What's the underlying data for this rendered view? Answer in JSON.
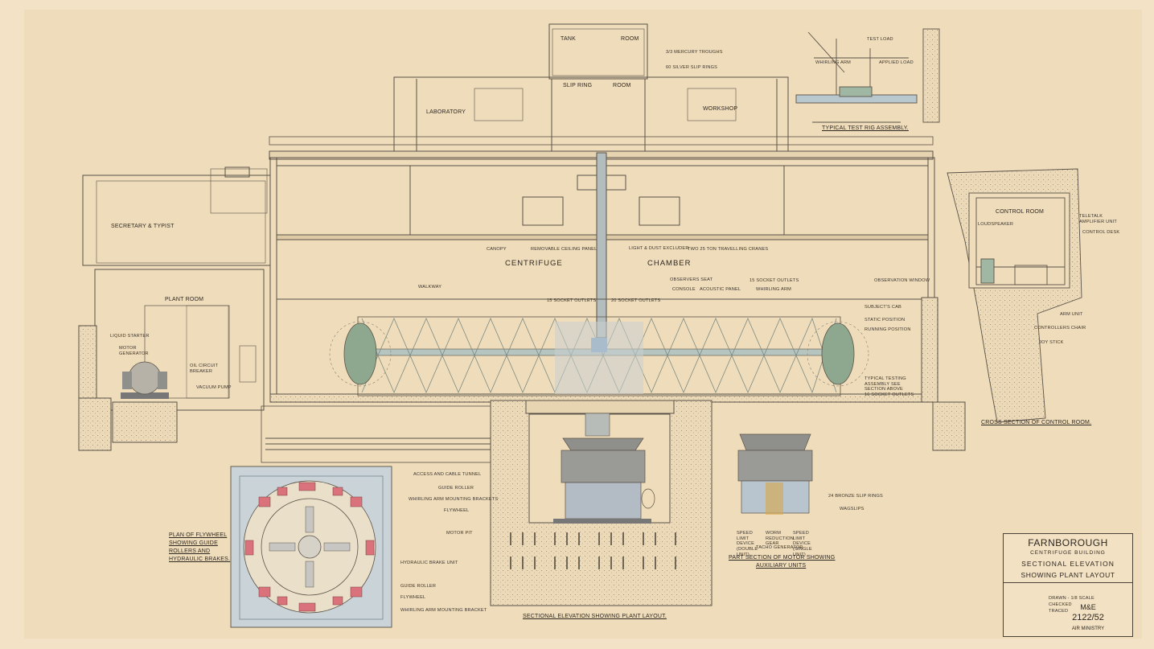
{
  "title_block": {
    "place": "FARNBOROUGH",
    "building": "CENTRIFUGE BUILDING",
    "view1": "SECTIONAL ELEVATION",
    "view2": "SHOWING PLANT LAYOUT",
    "dept": "M&E",
    "drawing_no": "2122/52",
    "ministry": "AIR MINISTRY",
    "scale": "DRAWN - 1/8 SCALE",
    "checked": "CHECKED",
    "traced": "TRACED"
  },
  "rooms": {
    "tank_room_left": "TANK",
    "tank_room_right": "ROOM",
    "slip_ring_left": "SLIP RING",
    "slip_ring_right": "ROOM",
    "laboratory": "LABORATORY",
    "workshop": "WORKSHOP",
    "secretary": "SECRETARY & TYPIST",
    "plant_room": "PLANT ROOM",
    "centrifuge": "CENTRIFUGE",
    "chamber": "CHAMBER",
    "control_room": "CONTROL ROOM"
  },
  "annotations": {
    "mercury_troughs": "3/3 MERCURY TROUGHS",
    "silver_slip_rings": "60 SILVER SLIP RINGS",
    "canopy": "CANOPY",
    "ceiling_panel": "REMOVABLE CEILING PANEL",
    "light_dust": "LIGHT & DUST EXCLUDER",
    "cranes": "TWO 25 TON TRAVELLING CRANES",
    "walkway": "WALKWAY",
    "observers_seat": "OBSERVERS SEAT",
    "console": "CONSOLE",
    "acoustic_panel": "ACOUSTIC PANEL",
    "socket_outlets_15a": "15 SOCKET OUTLETS",
    "socket_outlets_15b": "15 SOCKET OUTLETS",
    "socket_outlets_20": "20 SOCKET OUTLETS",
    "socket_outlets_16": "16 SOCKET OUTLETS",
    "whirling_arm": "WHIRLING ARM",
    "subjects_cab": "SUBJECT'S CAB",
    "static_position": "STATIC POSITION",
    "running_position": "RUNNING POSITION",
    "typical_testing": "TYPICAL TESTING ASSEMBLY SEE SECTION ABOVE",
    "observation_window": "OBSERVATION WINDOW",
    "loudspeaker": "LOUDSPEAKER",
    "teletalk": "TELETALK AMPLIFIER UNIT",
    "control_desk": "CONTROL DESK",
    "arm_unit": "ARM UNIT",
    "controllers_chair": "CONTROLLERS CHAIR",
    "joy_stick": "JOY STICK",
    "liquid_starter": "LIQUID STARTER",
    "motor_generator": "MOTOR GENERATOR",
    "oil_circuit": "OIL CIRCUIT BREAKER",
    "vacuum_pump": "VACUUM PUMP",
    "access_tunnel": "ACCESS AND CABLE TUNNEL",
    "guide_roller": "GUIDE ROLLER",
    "mounting_brackets": "WHIRLING ARM MOUNTING BRACKETS",
    "flywheel": "FLYWHEEL",
    "motor_pit": "MOTOR PIT",
    "hydraulic_brake": "HYDRAULIC BRAKE UNIT",
    "guide_roller2": "GUIDE ROLLER",
    "flywheel2": "FLYWHEEL",
    "mounting_bracket2": "WHIRLING ARM MOUNTING BRACKET",
    "bronze_rings": "24 BRONZE SLIP RINGS",
    "wagslips": "WAGSLIPS",
    "speed_limit_double": "SPEED LIMIT DEVICE (DOUBLE UNIT)",
    "worm_reduction": "WORM REDUCTION GEAR",
    "speed_limit_single": "SPEED LIMIT DEVICE (SINGLE UNIT)",
    "tacho_generator": "TACHO GENERATOR",
    "test_load": "TEST LOAD",
    "applied_load": "APPLIED LOAD",
    "whirling_arm_rig": "WHIRLING ARM"
  },
  "captions": {
    "test_rig": "TYPICAL TEST RIG ASSEMBLY.",
    "cross_section": "CROSS SECTION OF CONTROL ROOM.",
    "flywheel_plan_1": "PLAN OF FLYWHEEL",
    "flywheel_plan_2": "SHOWING GUIDE",
    "flywheel_plan_3": "ROLLERS AND",
    "flywheel_plan_4": "HYDRAULIC BRAKES.",
    "motor_section_1": "PART SECTION OF MOTOR SHOWING",
    "motor_section_2": "AUXILIARY UNITS",
    "sectional": "SECTIONAL ELEVATION SHOWING PLANT LAYOUT."
  },
  "colors": {
    "paper": "#f3e2c6",
    "sheet": "#efdcba",
    "line": "#5a5248",
    "arm_green": "#9fb7a3",
    "cab_green": "#8da88f",
    "steel_blue": "#a9bccb",
    "red_brake": "#d9727a",
    "motor_gray": "#8f8f8c",
    "concrete": "#e8d6b6"
  }
}
